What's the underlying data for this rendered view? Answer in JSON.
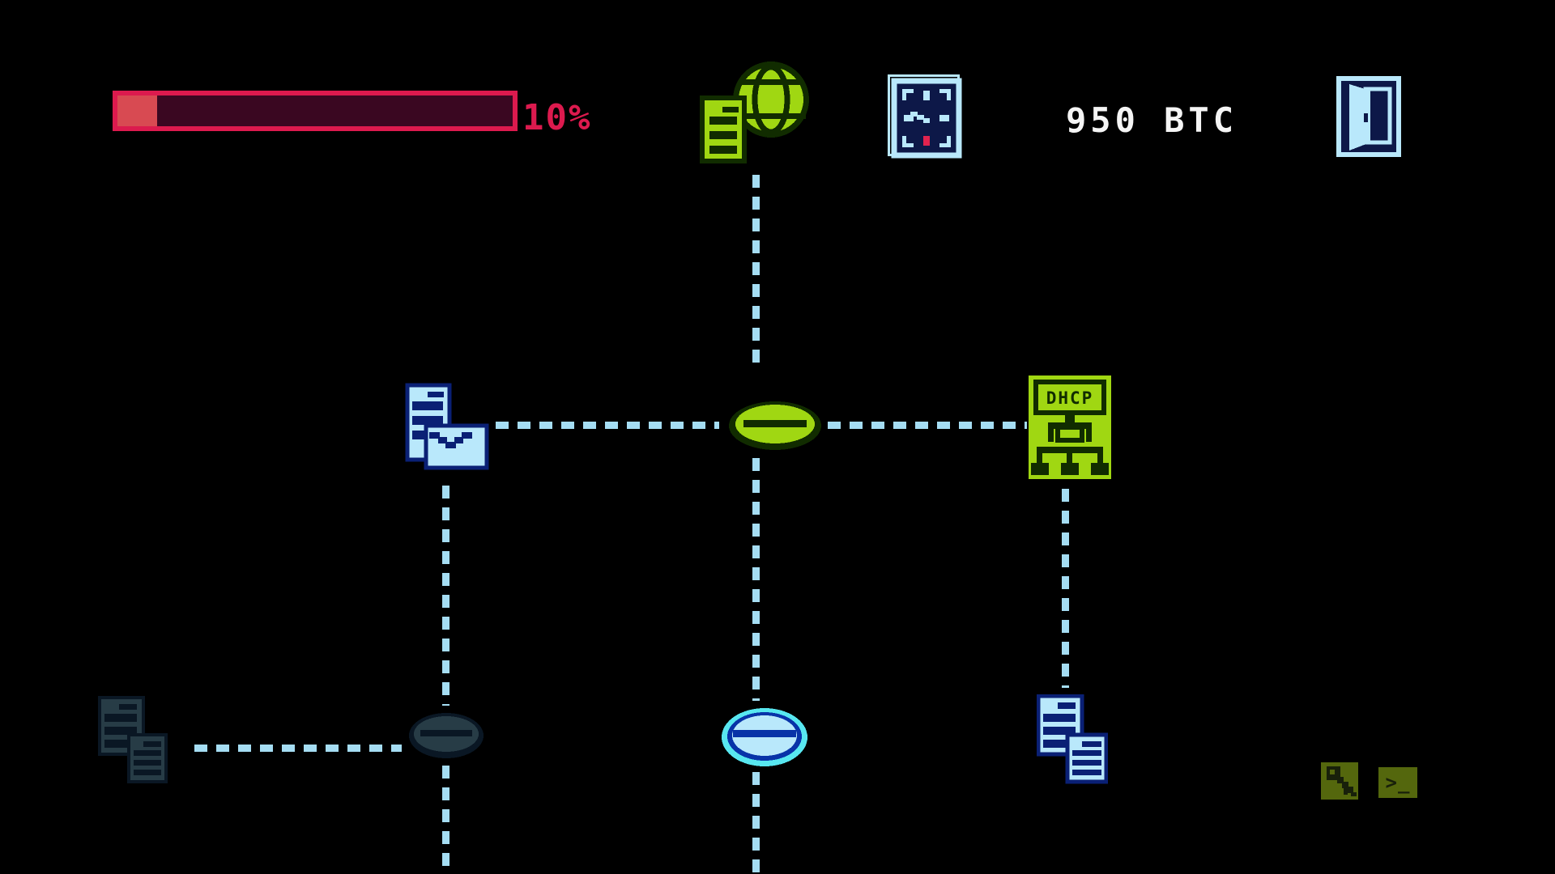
{
  "colors": {
    "background": "#000000",
    "crimson": "#dc1a4e",
    "progress_fill": "#d84a52",
    "progress_track": "#3a0721",
    "lime": "#a0d712",
    "lime_dark": "#112c00",
    "pale_blue": "#b9e8fb",
    "dash_blue": "#a5ddf3",
    "navy": "#0a2075",
    "panel_navy": "#0d1848",
    "alert_red": "#e0234f",
    "cyan": "#58e7f0",
    "cyan_navy": "#0833a8",
    "slate": "#273c46",
    "slate_dark": "#0a1724",
    "olive": "#54670d",
    "olive_dark": "#18200a",
    "text_white": "#f5f5f5"
  },
  "hud": {
    "trace_progress": {
      "label": "10%",
      "percent": 10,
      "fill_style": "width:10%"
    },
    "wallet": {
      "balance": "950 BTC"
    },
    "icons": {
      "gateway": "globe-with-document",
      "time": "clock",
      "exit": "open-door"
    }
  },
  "map": {
    "dhcp_label": "DHCP",
    "nodes": [
      {
        "id": "internet-gateway",
        "icon": "globe-document",
        "state": "scanned-lime"
      },
      {
        "id": "mail-server",
        "icon": "server-envelope",
        "state": "scanned-blue"
      },
      {
        "id": "hub-disk",
        "icon": "disk",
        "state": "scanned-lime"
      },
      {
        "id": "dhcp-server",
        "icon": "dhcp-tree-panel",
        "state": "scanned-lime"
      },
      {
        "id": "hidden-servers",
        "icon": "server-document",
        "state": "unscanned-dark"
      },
      {
        "id": "dark-disk",
        "icon": "disk",
        "state": "unscanned-dark"
      },
      {
        "id": "active-disk",
        "icon": "disk",
        "state": "selected-cyan"
      },
      {
        "id": "file-server",
        "icon": "server-document",
        "state": "scanned-blue"
      }
    ]
  },
  "toolbar": {
    "key_tool": "key",
    "terminal_tool": "terminal-prompt",
    "terminal_glyph": ">_"
  }
}
